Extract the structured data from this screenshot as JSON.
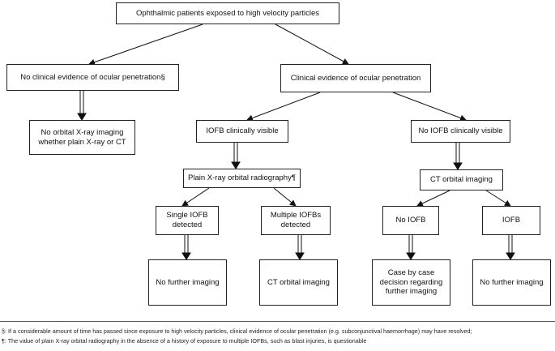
{
  "nodes": {
    "root": "Ophthalmic patients exposed to high velocity particles",
    "no_evidence": "No clinical evidence of ocular penetration§",
    "no_xray": "No orbital X-ray imaging whether plain X-ray or CT",
    "evidence": "Clinical evidence of ocular penetration",
    "iofb_visible": "IOFB clinically visible",
    "no_iofb_visible": "No IOFB clinically visible",
    "plain_xray": "Plain X-ray orbital radiography¶",
    "ct_imaging": "CT orbital imaging",
    "single": "Single IOFB detected",
    "multiple": "Multiple IOFBs detected",
    "no_iofb": "No IOFB",
    "iofb": "IOFB",
    "no_further_1": "No further imaging",
    "ct_orbital_2": "CT orbital imaging",
    "case_by_case": "Case by case decision regarding further imaging",
    "no_further_2": "No further imaging"
  },
  "footnotes": {
    "section": "§: If a considerable amount of time has passed since exposure to high velocity particles, clinical evidence of ocular penetration (e.g. subconjunctival haemorrhage) may have resolved;",
    "pilcrow": "¶: The value of plain X-ray orbital radiography in the absence of a history of exposure to multiple IOFBs, such as blast injuries, is questionable"
  }
}
